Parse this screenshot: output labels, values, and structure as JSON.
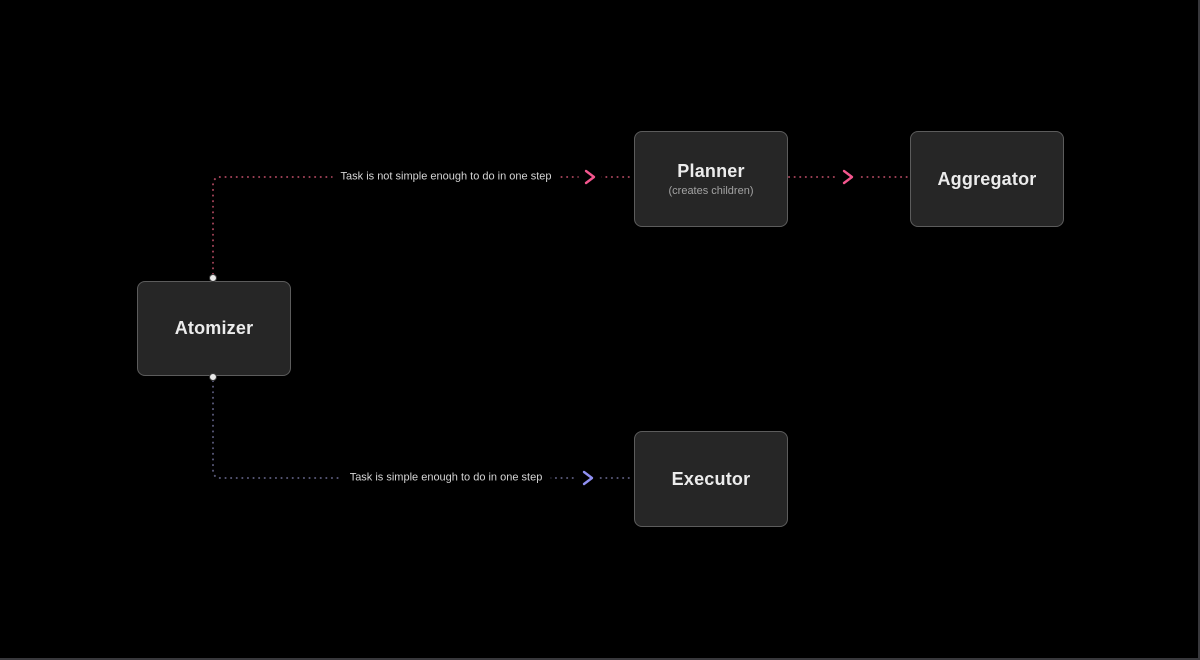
{
  "canvas": {
    "background": "#000000"
  },
  "nodes": [
    {
      "id": "atomizer",
      "label": "Atomizer"
    },
    {
      "id": "planner",
      "label": "Planner",
      "sublabel": "(creates children)"
    },
    {
      "id": "aggregator",
      "label": "Aggregator"
    },
    {
      "id": "executor",
      "label": "Executor"
    }
  ],
  "edges": [
    {
      "id": "atomizer-planner",
      "label": "Task is not simple enough to do in one step",
      "dot_color": "#a24258",
      "arrow_color": "#f4568e"
    },
    {
      "id": "planner-aggregator",
      "label": "",
      "dot_color": "#a24258",
      "arrow_color": "#f4568e"
    },
    {
      "id": "atomizer-executor",
      "label": "Task is simple enough to do in one step",
      "dot_color": "#585878",
      "arrow_color": "#9090f2"
    }
  ]
}
